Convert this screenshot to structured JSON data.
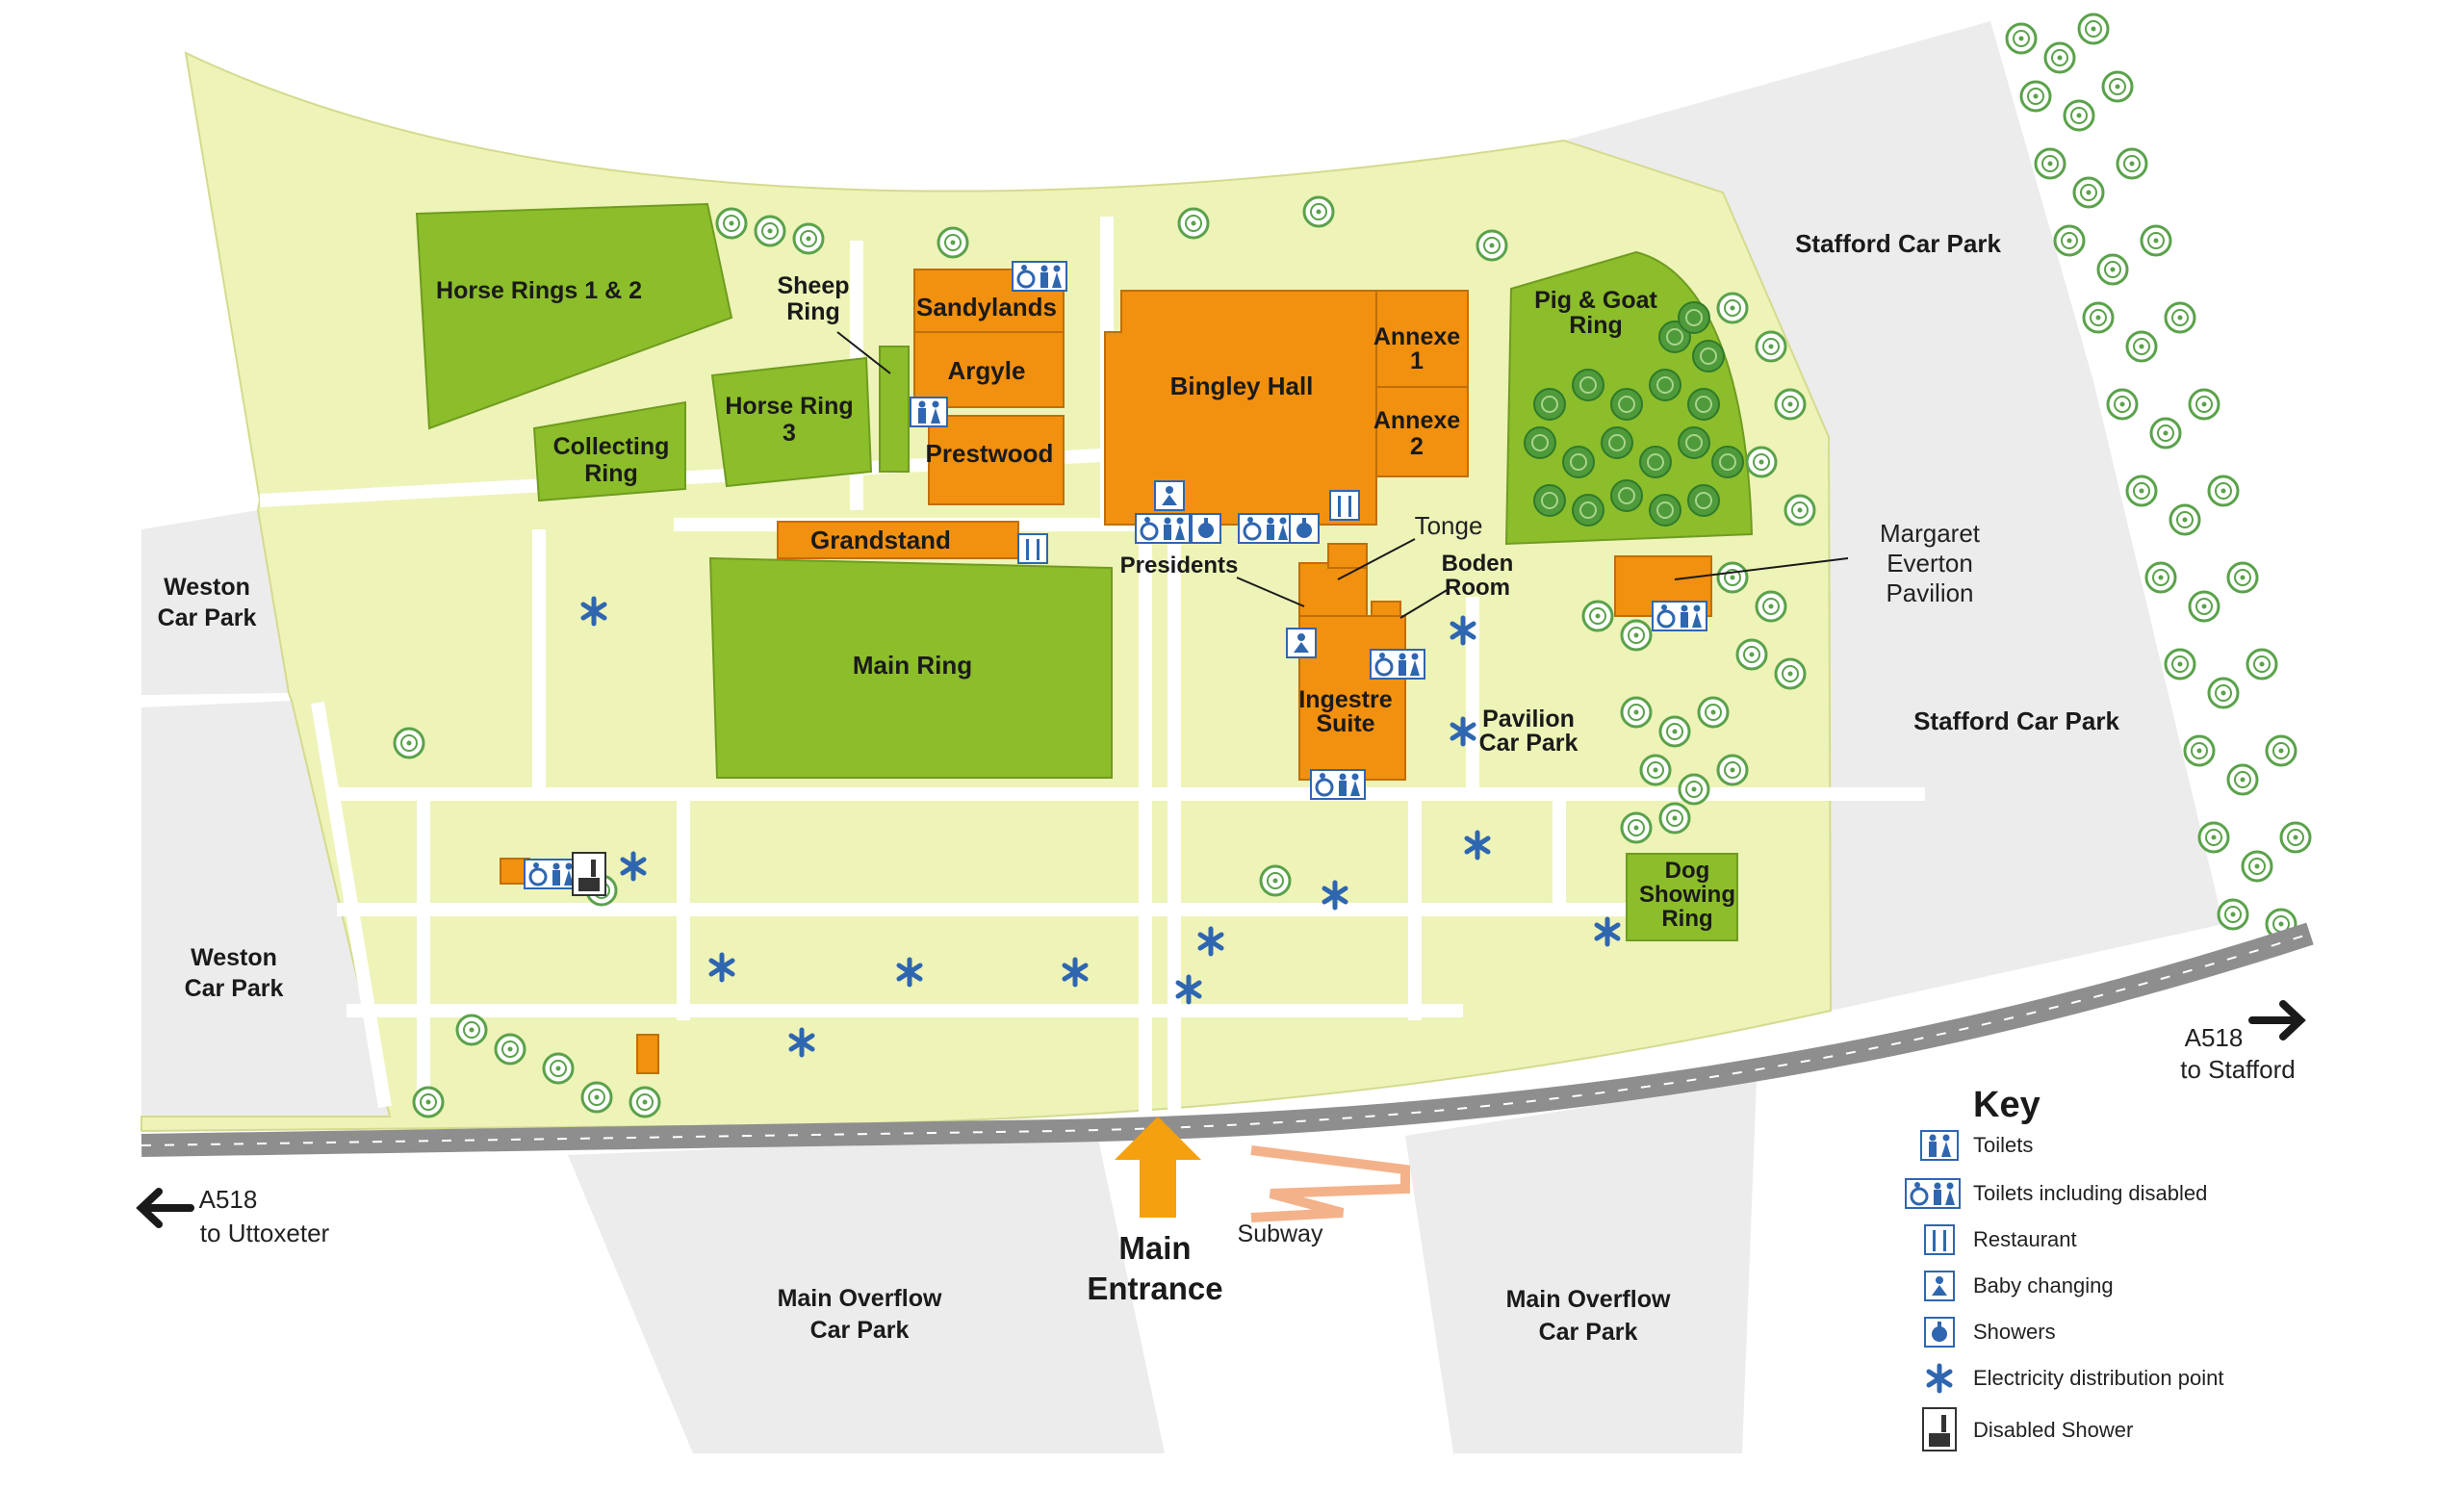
{
  "map": {
    "colors": {
      "ground": "#eef3b8",
      "path": "#ffffff",
      "ring": "#8cbd2b",
      "building": "#f2900f",
      "carpark": "#ececec",
      "road": "#8e8e8e",
      "tree": "#5aa24a",
      "accent_icon": "#2f66b0",
      "entrance_arrow": "#f4a00f"
    },
    "areas": {
      "horse_rings_12": "Horse Rings 1 & 2",
      "sheep_ring": [
        "Sheep",
        "Ring"
      ],
      "horse_ring_3": [
        "Horse Ring",
        "3"
      ],
      "collecting_ring": [
        "Collecting",
        "Ring"
      ],
      "main_ring": "Main Ring",
      "pig_goat_ring": [
        "Pig & Goat",
        "Ring"
      ],
      "dog_showing_ring": [
        "Dog",
        "Showing",
        "Ring"
      ],
      "pavilion_car_park": [
        "Pavilion",
        "Car Park"
      ]
    },
    "buildings": {
      "sandylands": "Sandylands",
      "argyle": "Argyle",
      "prestwood": "Prestwood",
      "bingley_hall": "Bingley Hall",
      "annexe_1": [
        "Annexe",
        "1"
      ],
      "annexe_2": [
        "Annexe",
        "2"
      ],
      "grandstand": "Grandstand",
      "tonge": "Tonge",
      "presidents": "Presidents",
      "boden_room": [
        "Boden",
        "Room"
      ],
      "ingestre_suite": [
        "Ingestre",
        "Suite"
      ],
      "margaret_everton": [
        "Margaret",
        "Everton",
        "Pavilion"
      ]
    },
    "car_parks": {
      "weston_1": [
        "Weston",
        "Car Park"
      ],
      "weston_2": [
        "Weston",
        "Car Park"
      ],
      "stafford_1": "Stafford Car Park",
      "stafford_2": "Stafford Car Park",
      "overflow_1": [
        "Main Overflow",
        "Car Park"
      ],
      "overflow_2": [
        "Main Overflow",
        "Car Park"
      ]
    },
    "roads": {
      "a518_east": [
        "A518",
        "to Stafford"
      ],
      "a518_west": [
        "A518",
        "to Uttoxeter"
      ],
      "subway": "Subway",
      "main_entrance": [
        "Main",
        "Entrance"
      ]
    }
  },
  "key": {
    "title": "Key",
    "items": [
      {
        "icon": "toilets-icon",
        "label": "Toilets"
      },
      {
        "icon": "disabled-toilets-icon",
        "label": "Toilets including disabled"
      },
      {
        "icon": "restaurant-icon",
        "label": "Restaurant"
      },
      {
        "icon": "baby-changing-icon",
        "label": "Baby changing"
      },
      {
        "icon": "showers-icon",
        "label": "Showers"
      },
      {
        "icon": "electricity-point-icon",
        "label": "Electricity distribution point"
      },
      {
        "icon": "disabled-shower-icon",
        "label": "Disabled Shower"
      }
    ]
  }
}
